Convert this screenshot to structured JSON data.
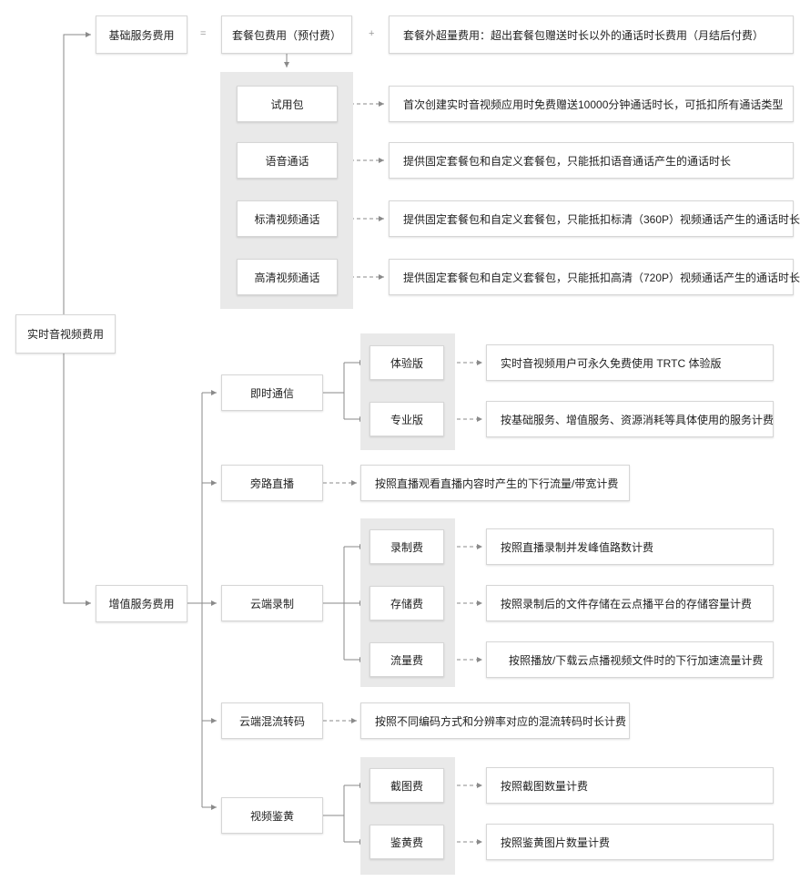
{
  "root": {
    "label": "实时音视频费用"
  },
  "basic": {
    "label": "基础服务费用",
    "equals": "=",
    "plus": "+",
    "package": "套餐包费用（预付费）",
    "overage": "套餐外超量费用：超出套餐包赠送时长以外的通话时长费用（月结后付费）",
    "items": [
      {
        "label": "试用包",
        "desc": "首次创建实时音视频应用时免费赠送10000分钟通话时长，可抵扣所有通话类型"
      },
      {
        "label": "语音通话",
        "desc": "提供固定套餐包和自定义套餐包，只能抵扣语音通话产生的通话时长"
      },
      {
        "label": "标清视频通话",
        "desc": "提供固定套餐包和自定义套餐包，只能抵扣标清（360P）视频通话产生的通话时长"
      },
      {
        "label": "高清视频通话",
        "desc": "提供固定套餐包和自定义套餐包，只能抵扣高清（720P）视频通话产生的通话时长"
      }
    ]
  },
  "value_added": {
    "label": "增值服务费用",
    "im": {
      "label": "即时通信",
      "items": [
        {
          "label": "体验版",
          "desc": "实时音视频用户可永久免费使用 TRTC 体验版"
        },
        {
          "label": "专业版",
          "desc": "按基础服务、增值服务、资源消耗等具体使用的服务计费"
        }
      ]
    },
    "bypass": {
      "label": "旁路直播",
      "desc": "按照直播观看直播内容时产生的下行流量/带宽计费"
    },
    "cloud_recording": {
      "label": "云端录制",
      "items": [
        {
          "label": "录制费",
          "desc": "按照直播录制并发峰值路数计费"
        },
        {
          "label": "存储费",
          "desc": "按照录制后的文件存储在云点播平台的存储容量计费"
        },
        {
          "label": "流量费",
          "desc": "按照播放/下载云点播视频文件时的下行加速流量计费"
        }
      ]
    },
    "mix": {
      "label": "云端混流转码",
      "desc": "按照不同编码方式和分辨率对应的混流转码时长计费"
    },
    "porn": {
      "label": "视频鉴黄",
      "items": [
        {
          "label": "截图费",
          "desc": "按照截图数量计费"
        },
        {
          "label": "鉴黄费",
          "desc": "按照鉴黄图片数量计费"
        }
      ]
    }
  },
  "colors": {
    "line": "#8a8a8a",
    "group_bg": "#e9e9e9",
    "node_border": "#d6d6d6"
  }
}
